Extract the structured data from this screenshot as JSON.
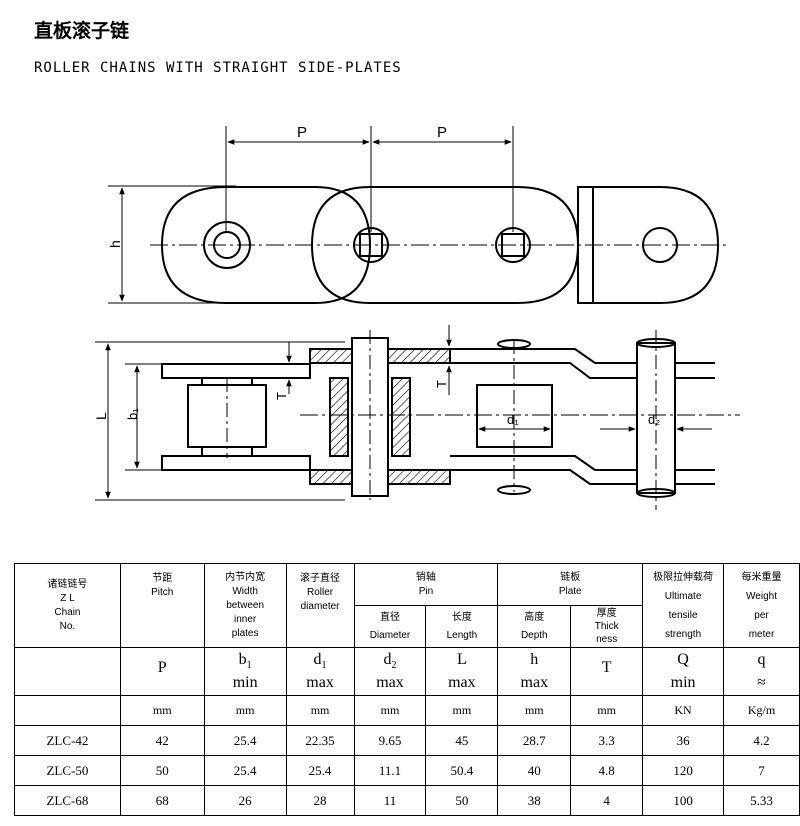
{
  "header": {
    "title_cn": "直板滚子链",
    "title_en": "ROLLER CHAINS WITH STRAIGHT SIDE-PLATES"
  },
  "drawing": {
    "labels": {
      "pitch": "P",
      "height": "h",
      "inner_width": "b₁",
      "length": "L",
      "thickness": "T",
      "roller_diameter": "d₁",
      "pin_diameter": "d₂"
    }
  },
  "table": {
    "headers": {
      "chain": [
        "诸链链号",
        "Z L",
        "Chain",
        "No."
      ],
      "pitch": [
        "节距",
        "Pitch"
      ],
      "inner_width": [
        "内节内宽",
        "Width",
        "between",
        "inner",
        "plates"
      ],
      "roller": [
        "滚子直径",
        "Roller",
        "diameter"
      ],
      "pin": [
        "销轴",
        "Pin"
      ],
      "pin_diameter": [
        "直径",
        "Diameter"
      ],
      "pin_length": [
        "长度",
        "Length"
      ],
      "plate": [
        "链板",
        "Plate"
      ],
      "plate_depth": [
        "高度",
        "Depth"
      ],
      "plate_thickness": [
        "厚度",
        "Thick",
        "ness"
      ],
      "tensile": [
        "极限拉伸载荷",
        "Ultimate",
        "tensile",
        "strength"
      ],
      "weight": [
        "每米重量",
        "Weight",
        "per",
        "meter"
      ]
    },
    "symbols": [
      {
        "main": "P",
        "sub": "",
        "lower": ""
      },
      {
        "main": "b",
        "sub": "1",
        "lower": "min"
      },
      {
        "main": "d",
        "sub": "1",
        "lower": "max"
      },
      {
        "main": "d",
        "sub": "2",
        "lower": "max"
      },
      {
        "main": "L",
        "sub": "",
        "lower": "max"
      },
      {
        "main": "h",
        "sub": "",
        "lower": "max"
      },
      {
        "main": "T",
        "sub": "",
        "lower": ""
      },
      {
        "main": "Q",
        "sub": "",
        "lower": "min"
      },
      {
        "main": "q",
        "sub": "",
        "lower": "≈"
      }
    ],
    "units": [
      "mm",
      "mm",
      "mm",
      "mm",
      "mm",
      "mm",
      "mm",
      "KN",
      "Kg/m"
    ],
    "rows": [
      [
        "ZLC-42",
        "42",
        "25.4",
        "22.35",
        "9.65",
        "45",
        "28.7",
        "3.3",
        "36",
        "4.2"
      ],
      [
        "ZLC-50",
        "50",
        "25.4",
        "25.4",
        "11.1",
        "50.4",
        "40",
        "4.8",
        "120",
        "7"
      ],
      [
        "ZLC-68",
        "68",
        "26",
        "28",
        "11",
        "50",
        "38",
        "4",
        "100",
        "5.33"
      ]
    ]
  }
}
